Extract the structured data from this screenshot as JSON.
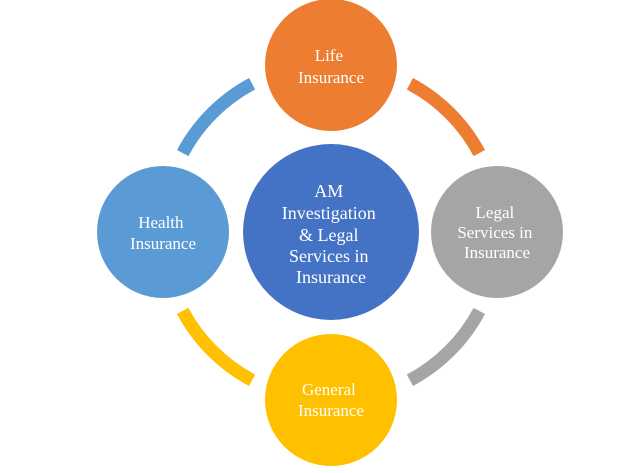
{
  "diagram": {
    "type": "cycle",
    "center": {
      "lines": [
        "AM",
        "Investigation",
        "& Legal",
        "Services in",
        "Insurance"
      ],
      "color": "#4472C4"
    },
    "nodes": [
      {
        "id": "life",
        "lines": [
          "Life",
          "Insurance"
        ],
        "color": "#ED7D31"
      },
      {
        "id": "legal",
        "lines": [
          "Legal",
          "Services in",
          "Insurance"
        ],
        "color": "#A5A5A5"
      },
      {
        "id": "general",
        "lines": [
          "General",
          "Insurance"
        ],
        "color": "#FFC000"
      },
      {
        "id": "health",
        "lines": [
          "Health",
          "Insurance"
        ],
        "color": "#5B9BD5"
      }
    ],
    "ring_segments": [
      {
        "from": "life",
        "to": "legal",
        "color": "#ED7D31"
      },
      {
        "from": "legal",
        "to": "general",
        "color": "#A5A5A5"
      },
      {
        "from": "general",
        "to": "health",
        "color": "#FFC000"
      },
      {
        "from": "health",
        "to": "life",
        "color": "#5B9BD5"
      }
    ]
  }
}
